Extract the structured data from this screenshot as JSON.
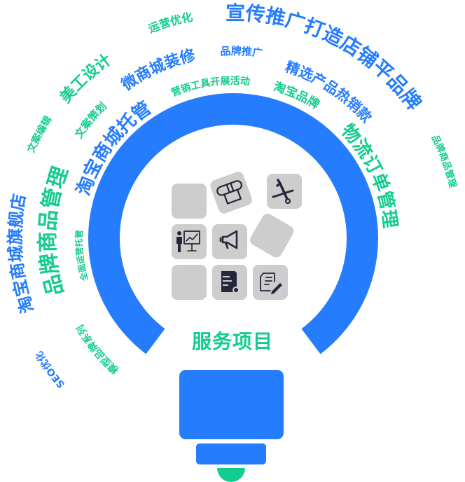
{
  "colors": {
    "blue": "#257dfd",
    "green": "#14cc8d",
    "tile": "#cdcdcd",
    "icon": "#26263a"
  },
  "title": "服务项目",
  "words": [
    {
      "text": "宣传推广打造店铺平品牌",
      "color": "blue"
    },
    {
      "text": "精选产品热销款",
      "color": "blue"
    },
    {
      "text": "品牌推广",
      "color": "blue"
    },
    {
      "text": "运营优化",
      "color": "green"
    },
    {
      "text": "美工设计",
      "color": "green"
    },
    {
      "text": "微商城装修",
      "color": "blue"
    },
    {
      "text": "营销工具开展活动",
      "color": "green"
    },
    {
      "text": "淘宝品牌",
      "color": "green"
    },
    {
      "text": "物流订单管理",
      "color": "green"
    },
    {
      "text": "品牌商品管理",
      "color": "green"
    },
    {
      "text": "淘宝商城托管",
      "color": "blue"
    },
    {
      "text": "文案策划",
      "color": "green"
    },
    {
      "text": "文案编辑",
      "color": "green"
    },
    {
      "text": "品牌商品管理",
      "color": "green"
    },
    {
      "text": "淘宝商城旗舰店",
      "color": "blue"
    },
    {
      "text": "全面运营托管",
      "color": "green"
    },
    {
      "text": "SEO优化",
      "color": "blue"
    },
    {
      "text": "模型品牌系列",
      "color": "green"
    }
  ],
  "icons": [
    "blank-tile",
    "shop-icon",
    "tools-icon",
    "presentation-icon",
    "megaphone-icon",
    "blank-tile",
    "blank-tile",
    "document-user-icon",
    "document-edit-icon"
  ]
}
